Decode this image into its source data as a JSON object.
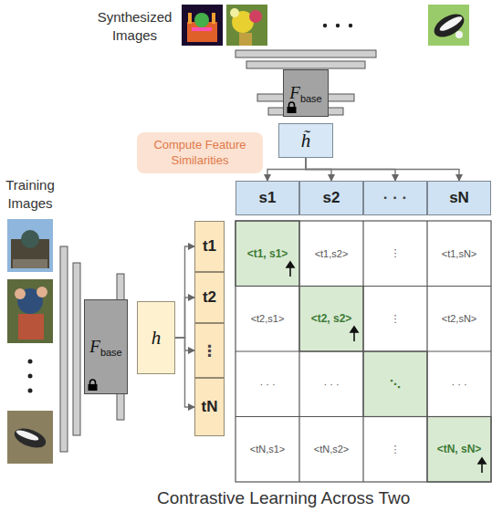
{
  "diagram": {
    "caption": "Contrastive Learning Across Two",
    "nodes": [
      {
        "text": [
          "F",
          "base"
        ]
      },
      {
        "text": [
          "h̃"
        ]
      },
      {
        "text": [
          "Compute Feature Similarities"
        ]
      },
      {
        "text": [
          "s1"
        ]
      },
      {
        "text": [
          "s2"
        ]
      },
      {
        "text": [
          "· · ·"
        ]
      },
      {
        "text": [
          "sN"
        ]
      },
      {
        "text": [
          "F",
          "base"
        ]
      },
      {
        "text": [
          "h"
        ]
      },
      {
        "text": [
          "t1"
        ]
      },
      {
        "text": [
          "t2"
        ]
      },
      {
        "text": [
          "⋮"
        ]
      },
      {
        "text": [
          "tN"
        ]
      }
    ],
    "edges": [
      {
        "from": 1,
        "to": 3,
        "arrow": "to"
      },
      {
        "from": 1,
        "to": 4,
        "arrow": "to"
      },
      {
        "from": 1,
        "to": 5,
        "arrow": "to"
      },
      {
        "from": 1,
        "to": 6,
        "arrow": "to"
      },
      {
        "from": 8,
        "to": 9,
        "arrow": "to"
      },
      {
        "from": 8,
        "to": 10,
        "arrow": "to"
      },
      {
        "from": 8,
        "to": 11,
        "arrow": "to"
      },
      {
        "from": 8,
        "to": 12,
        "arrow": "to"
      }
    ],
    "labels": [
      "Synthesized Images",
      "Training Images",
      "<t1, s1>",
      "<t1,s2>",
      "⋮",
      "<t1,sN>",
      "<t2,s1>",
      "<t2, s2>",
      "⋮",
      "<t2,sN>",
      "· · ·",
      "· · ·",
      "⋱",
      "· · ·",
      "<tN,s1>",
      "<tN,s2>",
      "⋮",
      "<tN, sN>"
    ]
  }
}
